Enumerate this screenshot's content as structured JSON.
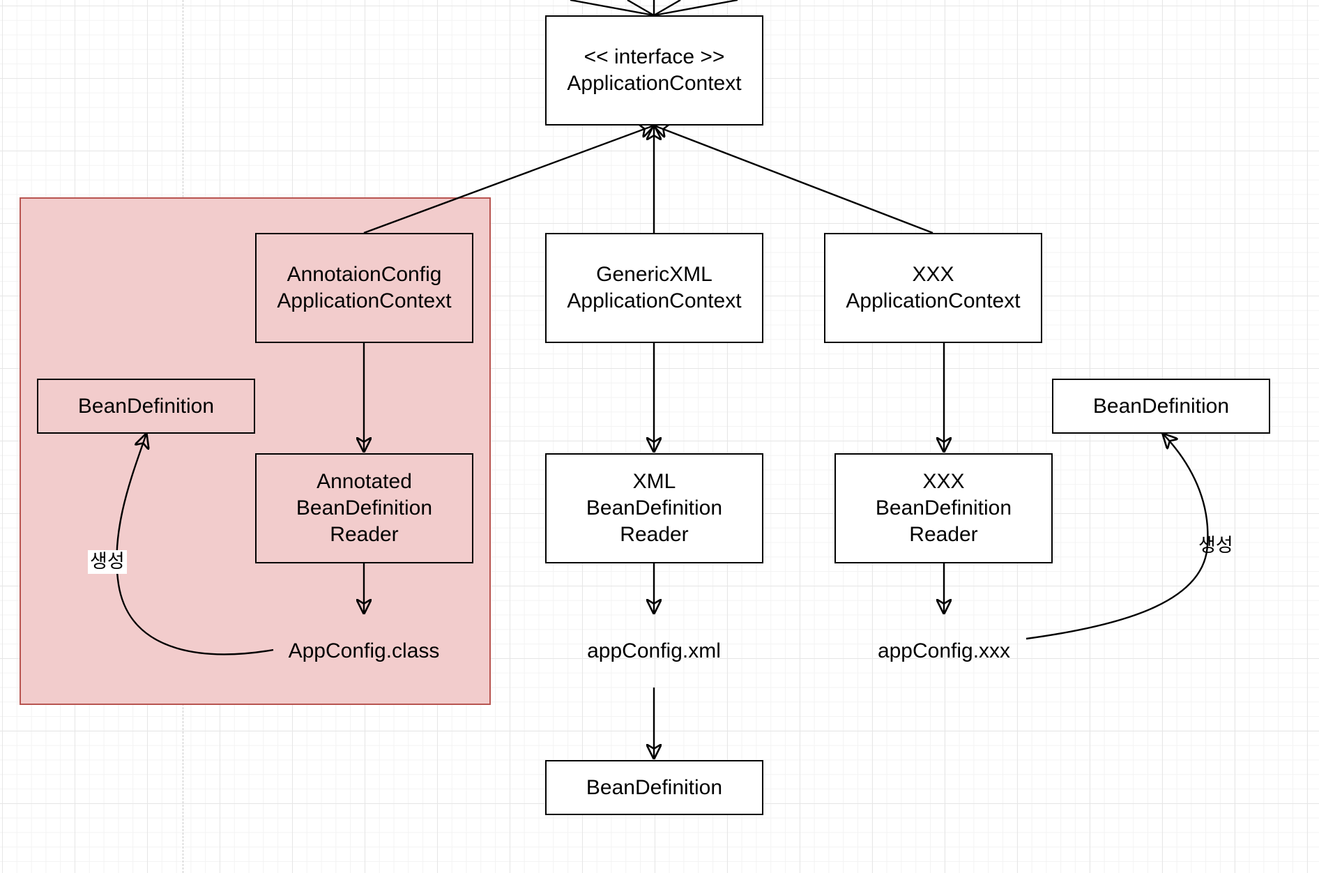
{
  "diagram": {
    "colors": {
      "canvas": "#ffffff",
      "grid": "#e6e6e6",
      "group_fill": "#f2cccc",
      "group_border": "#b85450",
      "stroke": "#000000"
    },
    "nodes": {
      "app_context": "<< interface >>\nApplicationContext",
      "annotation_config_context": "AnnotaionConfig\nApplicationContext",
      "generic_xml_context": "GenericXML\nApplicationContext",
      "xxx_context": "XXX\nApplicationContext",
      "annotated_reader": "Annotated\nBeanDefinition\nReader",
      "xml_reader": "XML\nBeanDefinition\nReader",
      "xxx_reader": "XXX\nBeanDefinition\nReader",
      "bean_definition_left": "BeanDefinition",
      "bean_definition_right": "BeanDefinition",
      "bean_definition_bottom": "BeanDefinition"
    },
    "files": {
      "app_config_class": "AppConfig.class",
      "app_config_xml": "appConfig.xml",
      "app_config_xxx": "appConfig.xxx"
    },
    "edge_labels": {
      "create_left": "생성",
      "create_right": "생성"
    }
  }
}
